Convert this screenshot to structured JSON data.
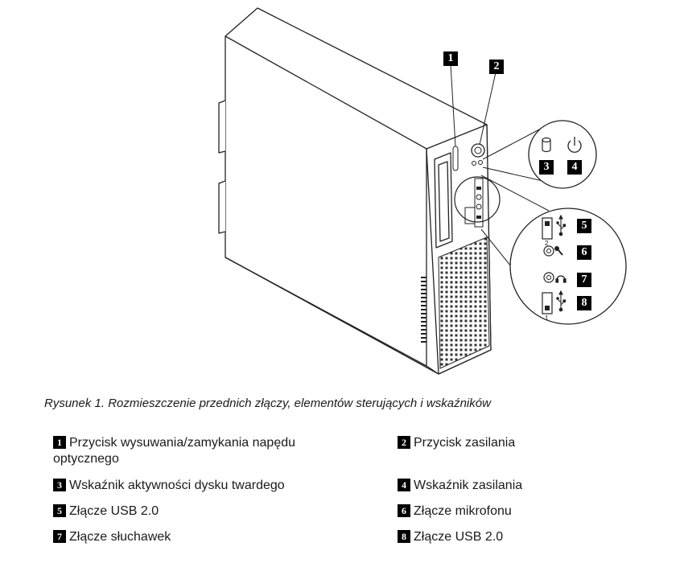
{
  "callouts": [
    "1",
    "2",
    "3",
    "4",
    "5",
    "6",
    "7",
    "8"
  ],
  "port_numbers": {
    "usb_upper": "2",
    "usb_lower": "1"
  },
  "icons": {
    "hdd": "hard-disk-icon",
    "power": "power-icon",
    "usb": "usb-icon",
    "mic": "microphone-icon",
    "headphone": "headphone-icon"
  },
  "caption": "Rysunek 1. Rozmieszczenie przednich złączy, elementów sterujących i wskaźników",
  "legend": [
    {
      "num": "1",
      "text": "Przycisk wysuwania/zamykania napędu optycznego"
    },
    {
      "num": "2",
      "text": "Przycisk zasilania"
    },
    {
      "num": "3",
      "text": "Wskaźnik aktywności dysku twardego"
    },
    {
      "num": "4",
      "text": "Wskaźnik zasilania"
    },
    {
      "num": "5",
      "text": "Złącze USB 2.0"
    },
    {
      "num": "6",
      "text": "Złącze mikrofonu"
    },
    {
      "num": "7",
      "text": "Złącze słuchawek"
    },
    {
      "num": "8",
      "text": "Złącze USB 2.0"
    }
  ]
}
